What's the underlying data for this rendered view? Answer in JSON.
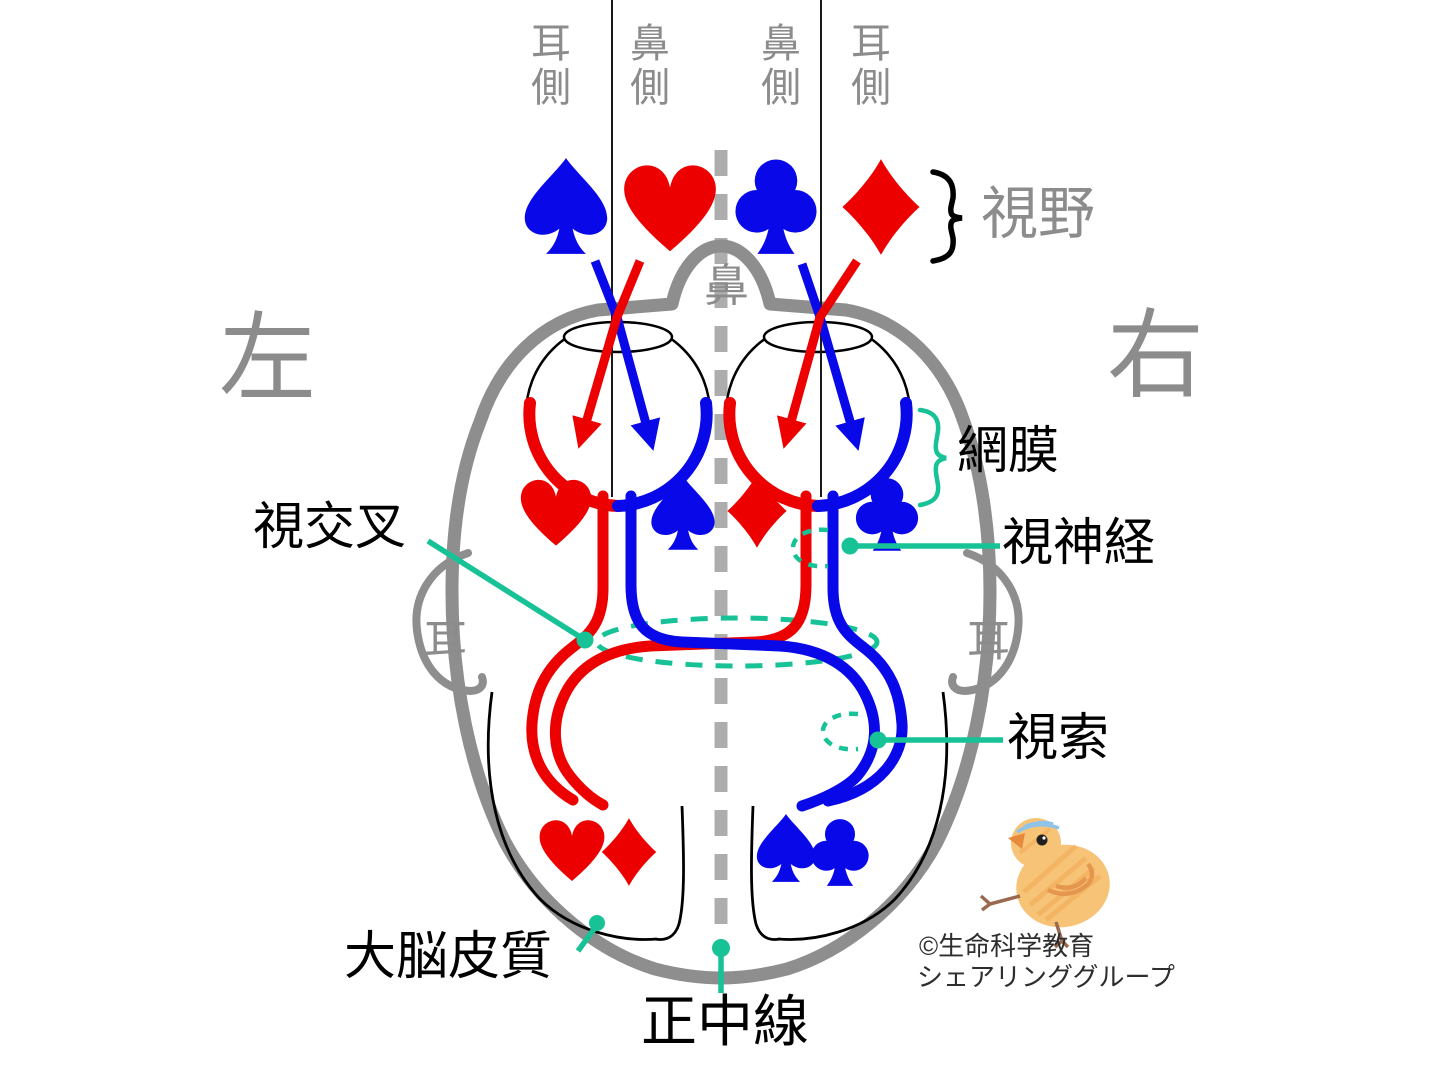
{
  "diagram": {
    "description_visible_text_only": true,
    "columns": [
      {
        "id": "temporal-left",
        "label": "耳側"
      },
      {
        "id": "nasal-left",
        "label": "鼻側"
      },
      {
        "id": "nasal-right",
        "label": "鼻側"
      },
      {
        "id": "temporal-right",
        "label": "耳側"
      }
    ],
    "sides": {
      "left": "左",
      "right": "右"
    },
    "head": {
      "nose": "鼻",
      "ear_left": "耳",
      "ear_right": "耳"
    },
    "annotations": {
      "visual_field": "視野",
      "retina": "網膜",
      "optic_chiasm": "視交叉",
      "optic_nerve": "視神経",
      "optic_tract": "視索",
      "cerebral_cortex": "大脳皮質",
      "midline": "正中線"
    },
    "credit": {
      "line1": "©生命科学教育",
      "line2": "シェアリンググループ"
    },
    "suit_icons": {
      "visual_field_row": [
        "spade-blue",
        "heart-red",
        "club-blue",
        "diamond-red"
      ],
      "left_eye_retina": [
        "heart-red",
        "spade-blue"
      ],
      "right_eye_retina": [
        "diamond-red",
        "club-blue"
      ],
      "left_cortex": [
        "heart-red",
        "diamond-red"
      ],
      "right_cortex": [
        "spade-blue",
        "club-blue"
      ]
    },
    "colors": {
      "red": "#ec0000",
      "blue": "#0808e8",
      "teal": "#17c296",
      "gray_outline": "#8e8e8e",
      "gray_dash": "#adadad",
      "black": "#000000"
    }
  }
}
